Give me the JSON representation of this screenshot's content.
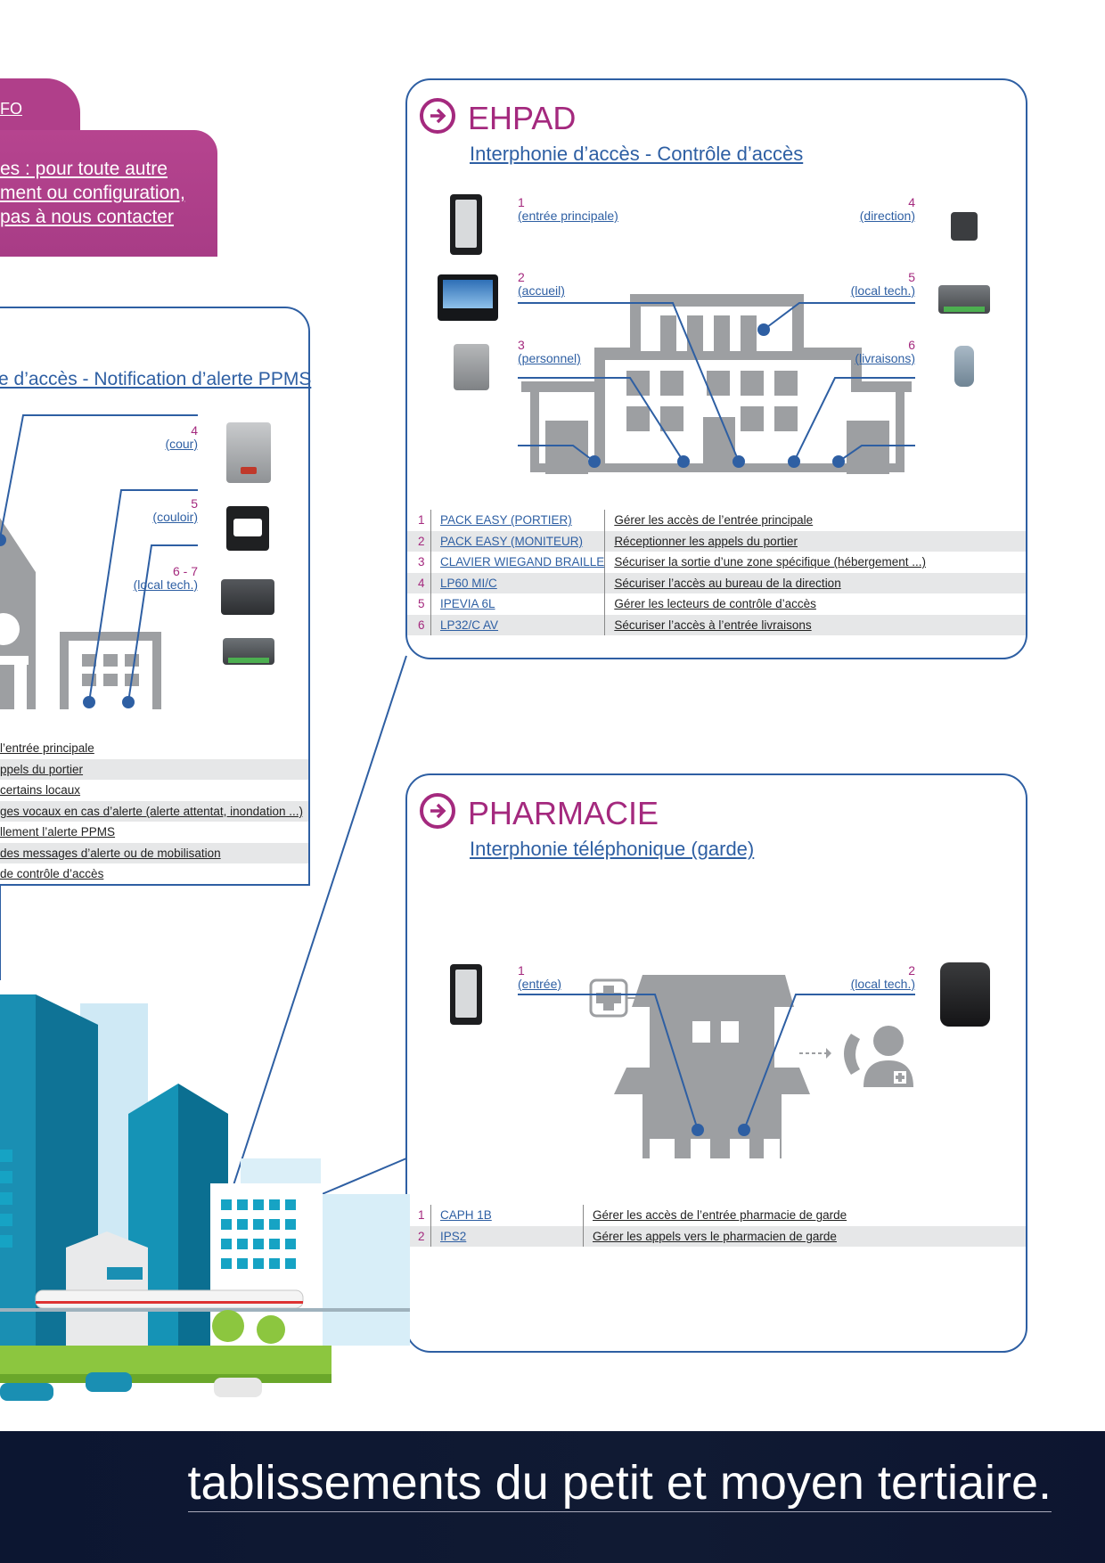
{
  "info_tab": {
    "label": "FO"
  },
  "callout": {
    "lines": [
      "es : pour toute autre",
      "ment ou configuration,",
      "pas à nous contacter"
    ]
  },
  "left_panel": {
    "subtitle": "e d’accès - Notification d’alerte PPMS",
    "labels": [
      {
        "num": "4",
        "text": "(cour)"
      },
      {
        "num": "5",
        "text": "(couloir)"
      },
      {
        "num": "6 - 7",
        "text": "(local tech.)"
      }
    ],
    "rows": [
      "l’entrée principale",
      "ppels du portier",
      "certains locaux",
      "ges vocaux en cas d’alerte (alerte attentat, inondation ...)",
      "llement l’alerte PPMS",
      " des messages d’alerte ou de mobilisation",
      "de contrôle d’accès"
    ]
  },
  "ehpad": {
    "title": "EHPAD",
    "subtitle": "Interphonie d’accès - Contrôle d’accès",
    "labels": [
      {
        "num": "1",
        "text": "(entrée principale)"
      },
      {
        "num": "2",
        "text": "(accueil)"
      },
      {
        "num": "3",
        "text": "(personnel)"
      },
      {
        "num": "4",
        "text": "(direction)"
      },
      {
        "num": "5",
        "text": "(local tech.)"
      },
      {
        "num": "6",
        "text": "(livraisons)"
      }
    ],
    "rows": [
      {
        "idx": "1",
        "product": "PACK EASY (PORTIER)",
        "desc": "Gérer les accès de l’entrée principale"
      },
      {
        "idx": "2",
        "product": "PACK EASY (MONITEUR)",
        "desc": "Réceptionner les appels du portier"
      },
      {
        "idx": "3",
        "product": "CLAVIER WIEGAND BRAILLE",
        "desc": "Sécuriser la sortie d’une zone spécifique (hébergement ...)"
      },
      {
        "idx": "4",
        "product": "LP60 MI/C",
        "desc": "Sécuriser l’accès au bureau de la direction"
      },
      {
        "idx": "5",
        "product": "IPEVIA 6L",
        "desc": "Gérer les lecteurs de contrôle d’accès"
      },
      {
        "idx": "6",
        "product": "LP32/C AV",
        "desc": "Sécuriser l’accès à l’entrée livraisons"
      }
    ]
  },
  "pharmacie": {
    "title": "PHARMACIE",
    "subtitle": "Interphonie téléphonique (garde)",
    "labels": [
      {
        "num": "1",
        "text": "(entrée)"
      },
      {
        "num": "2",
        "text": "(local tech.)"
      }
    ],
    "rows": [
      {
        "idx": "1",
        "product": "CAPH 1B",
        "desc": "Gérer les accès de l’entrée pharmacie de garde"
      },
      {
        "idx": "2",
        "product": "IPS2",
        "desc": "Gérer les appels vers le pharmacien de garde"
      }
    ]
  },
  "footer": {
    "text": "tablissements du petit et moyen tertiaire."
  },
  "colors": {
    "accent": "#a4297e",
    "blue": "#2e5fa3",
    "building_gray": "#9d9fa2",
    "footer_bg": "#0f1832"
  }
}
